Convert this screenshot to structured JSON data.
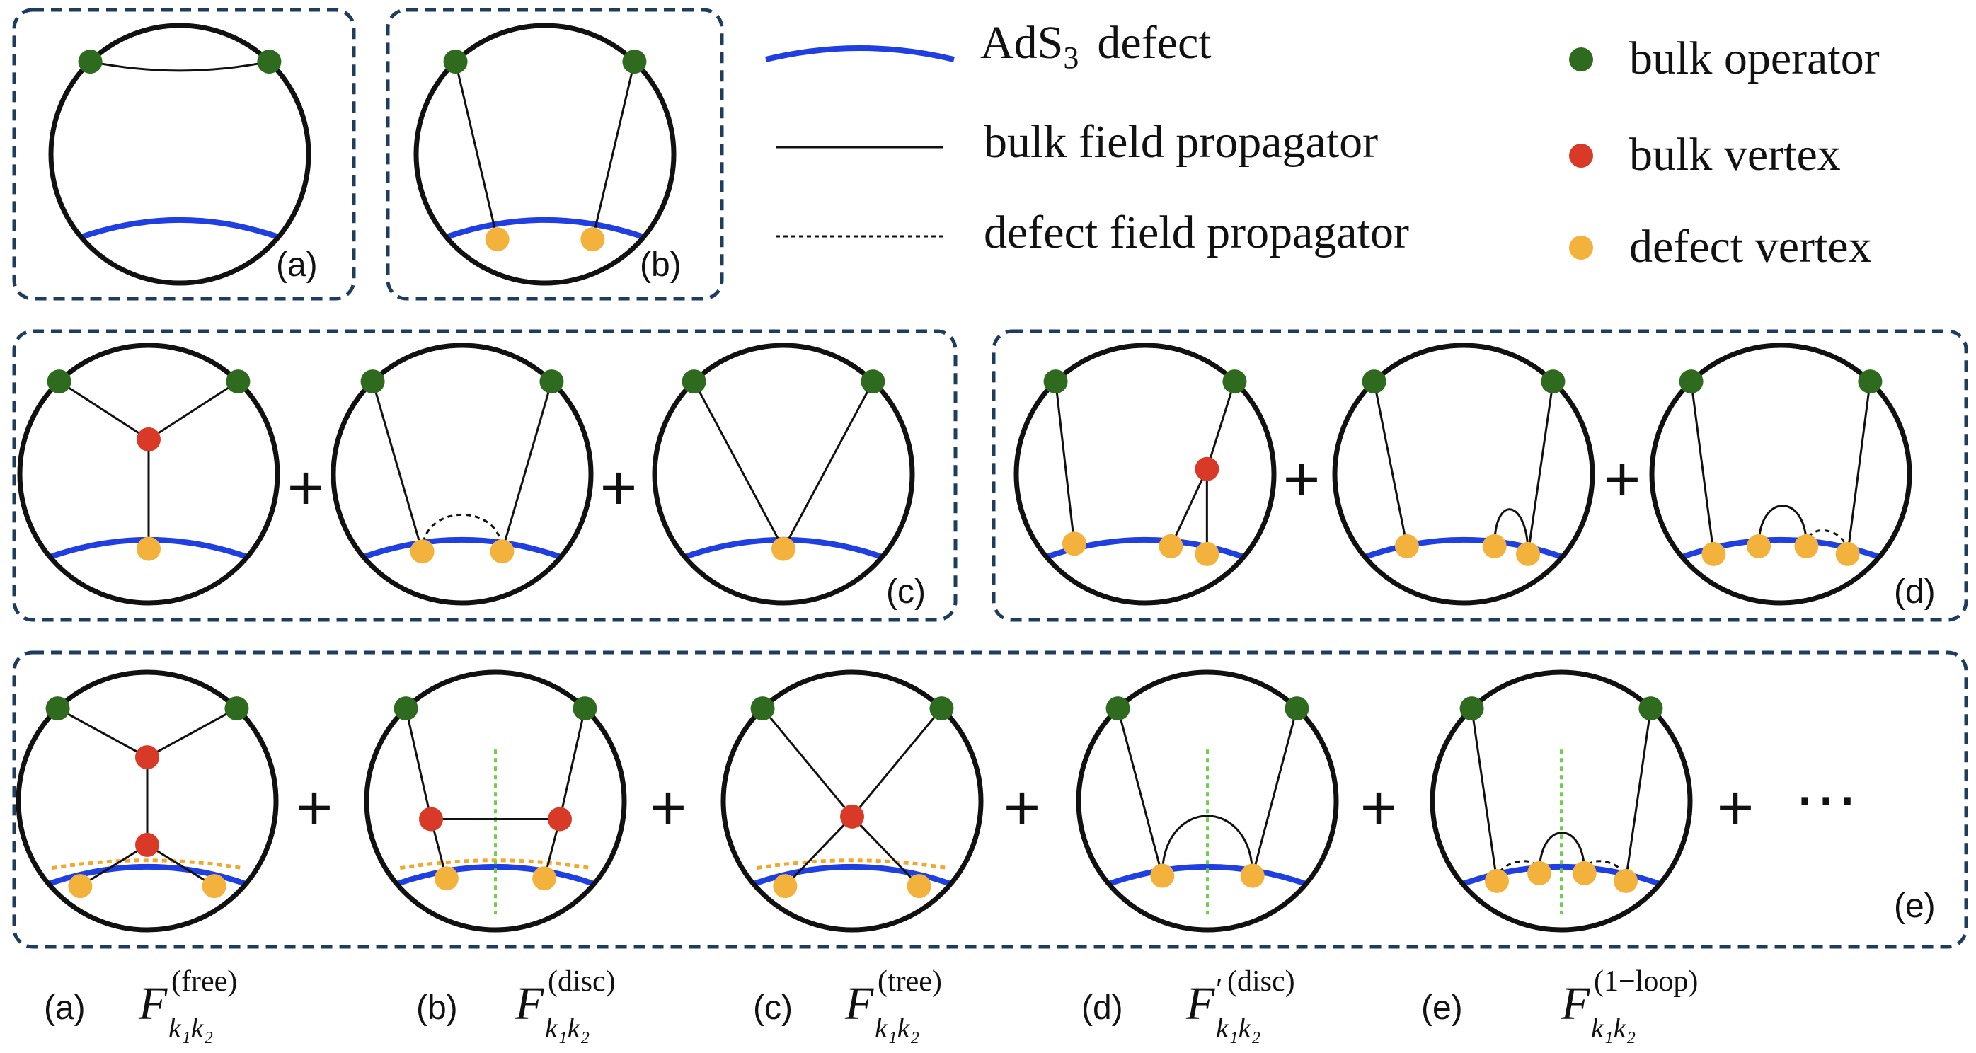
{
  "legend": {
    "ads3_defect": "AdS₃ defect",
    "ads3_base": "AdS",
    "ads3_sub": "3",
    "ads3_word": "defect",
    "bulk_field_propagator": "bulk field propagator",
    "defect_field_propagator": "defect field propagator",
    "bulk_operator": "bulk operator",
    "bulk_vertex": "bulk vertex",
    "defect_vertex": "defect vertex"
  },
  "colors": {
    "defect_line": "#1f3fe0",
    "bulk_operator": "#2e6b1f",
    "bulk_vertex": "#d93a27",
    "defect_vertex": "#f3b23c",
    "cut_dashed": "#f0a82e",
    "cut_vertical": "#6fcf4b",
    "panel_border": "#1d3c5e"
  },
  "panels": {
    "a": "(a)",
    "b": "(b)",
    "c": "(c)",
    "d": "(d)",
    "e": "(e)"
  },
  "operators": {
    "plus": "+",
    "ellipsis": "⋯"
  },
  "captions": [
    {
      "label": "(a)",
      "F": "F",
      "prime": "",
      "sup": "(free)",
      "sub": "k₁k₂"
    },
    {
      "label": "(b)",
      "F": "F",
      "prime": "",
      "sup": "(disc)",
      "sub": "k₁k₂"
    },
    {
      "label": "(c)",
      "F": "F",
      "prime": "",
      "sup": "(tree)",
      "sub": "k₁k₂"
    },
    {
      "label": "(d)",
      "F": "F",
      "prime": "′",
      "sup": "(disc)",
      "sub": "k₁k₂"
    },
    {
      "label": "(e)",
      "F": "F",
      "prime": "",
      "sup": "(1−loop)",
      "sub": "k₁k₂"
    }
  ]
}
